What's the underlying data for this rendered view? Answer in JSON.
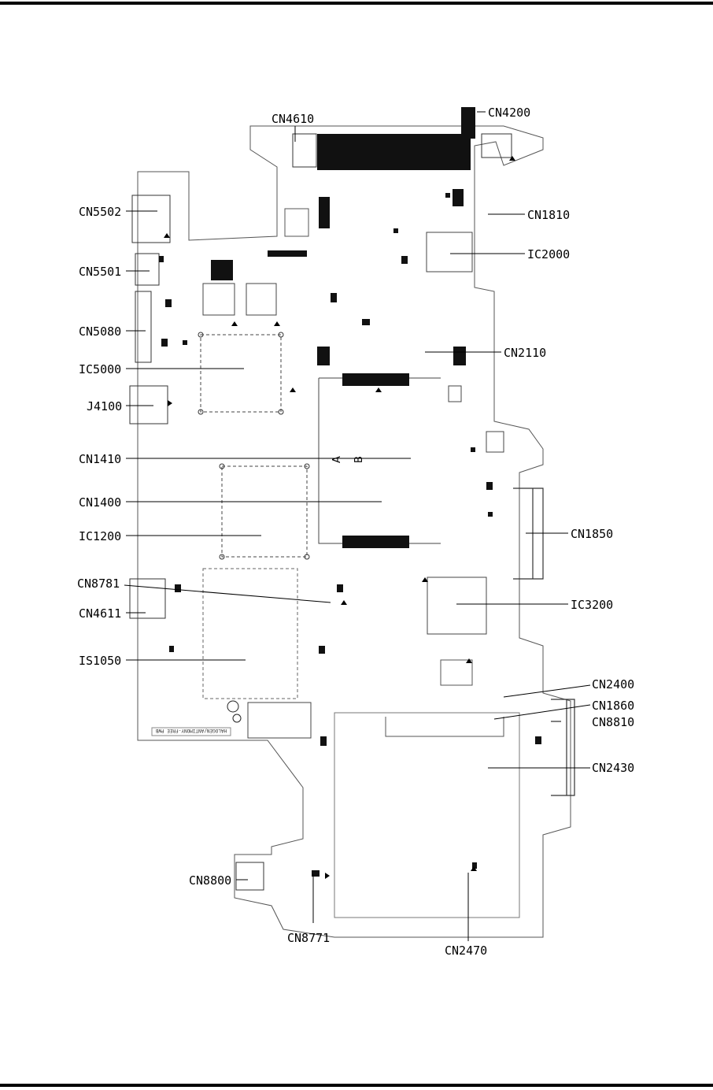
{
  "diagram": {
    "callouts": [
      {
        "id": "cn4610",
        "text": "CN4610"
      },
      {
        "id": "cn4200",
        "text": "CN4200"
      },
      {
        "id": "cn5502",
        "text": "CN5502"
      },
      {
        "id": "cn1810",
        "text": "CN1810"
      },
      {
        "id": "ic2000",
        "text": "IC2000"
      },
      {
        "id": "cn5501",
        "text": "CN5501"
      },
      {
        "id": "cn5080",
        "text": "CN5080"
      },
      {
        "id": "cn2110",
        "text": "CN2110"
      },
      {
        "id": "ic5000",
        "text": "IC5000"
      },
      {
        "id": "j4100",
        "text": "J4100"
      },
      {
        "id": "cn1410",
        "text": "CN1410"
      },
      {
        "id": "cn1400",
        "text": "CN1400"
      },
      {
        "id": "ic1200",
        "text": "IC1200"
      },
      {
        "id": "cn1850",
        "text": "CN1850"
      },
      {
        "id": "cn8781",
        "text": "CN8781"
      },
      {
        "id": "cn4611",
        "text": "CN4611"
      },
      {
        "id": "ic3200",
        "text": "IC3200"
      },
      {
        "id": "is1050",
        "text": "IS1050"
      },
      {
        "id": "cn2400",
        "text": "CN2400"
      },
      {
        "id": "cn1860",
        "text": "CN1860"
      },
      {
        "id": "cn8810",
        "text": "CN8810"
      },
      {
        "id": "cn2430",
        "text": "CN2430"
      },
      {
        "id": "cn8800",
        "text": "CN8800"
      },
      {
        "id": "cn8771",
        "text": "CN8771"
      },
      {
        "id": "cn2470",
        "text": "CN2470"
      }
    ],
    "board_marks": {
      "label_a": "A",
      "label_b": "B",
      "silkscreen": "HALOGEN/ANTIMONY-FREE PWB"
    }
  }
}
